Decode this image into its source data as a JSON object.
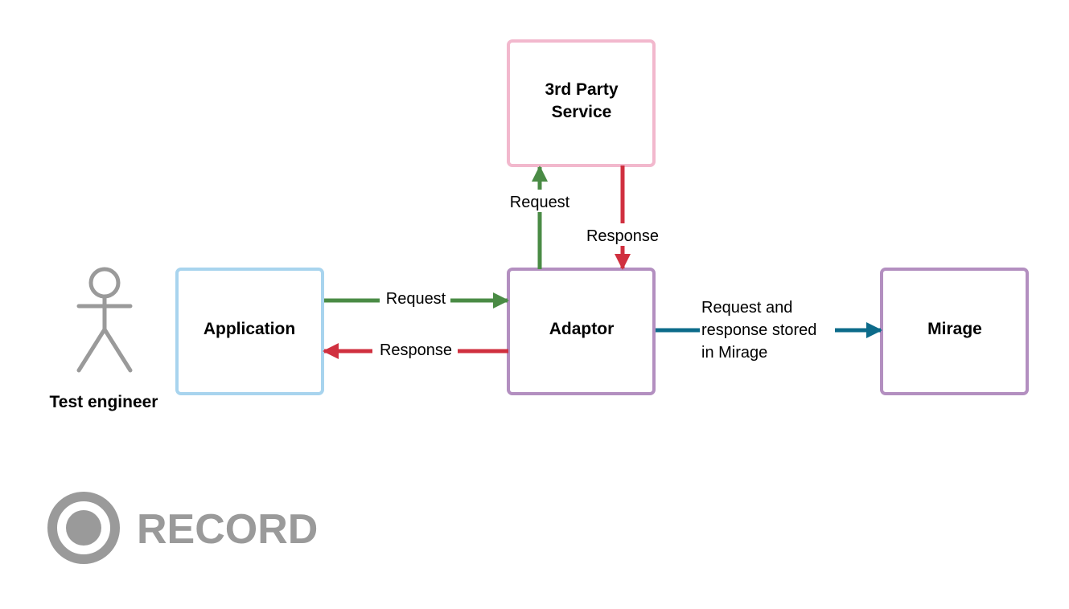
{
  "colors": {
    "application_border": "#a8d4ee",
    "third_party_border": "#f2b8cd",
    "adaptor_border": "#b38fc0",
    "mirage_border": "#b38fc0",
    "request_arrow": "#4a8b45",
    "response_arrow": "#d0303f",
    "store_arrow": "#0c6b8a",
    "actor": "#9a9a9a",
    "record": "#9a9a9a"
  },
  "actor": {
    "label": "Test engineer",
    "icon": "stick-figure-icon"
  },
  "nodes": {
    "application": "Application",
    "third_party": [
      "3rd Party",
      "Service"
    ],
    "adaptor": "Adaptor",
    "mirage": "Mirage"
  },
  "edges": {
    "app_to_adaptor": "Request",
    "adaptor_to_app": "Response",
    "adaptor_to_third_party": "Request",
    "third_party_to_adaptor": "Response",
    "adaptor_to_mirage": [
      "Request and",
      "response stored",
      "in Mirage"
    ]
  },
  "mode": {
    "label": "RECORD",
    "icon": "record-icon"
  }
}
